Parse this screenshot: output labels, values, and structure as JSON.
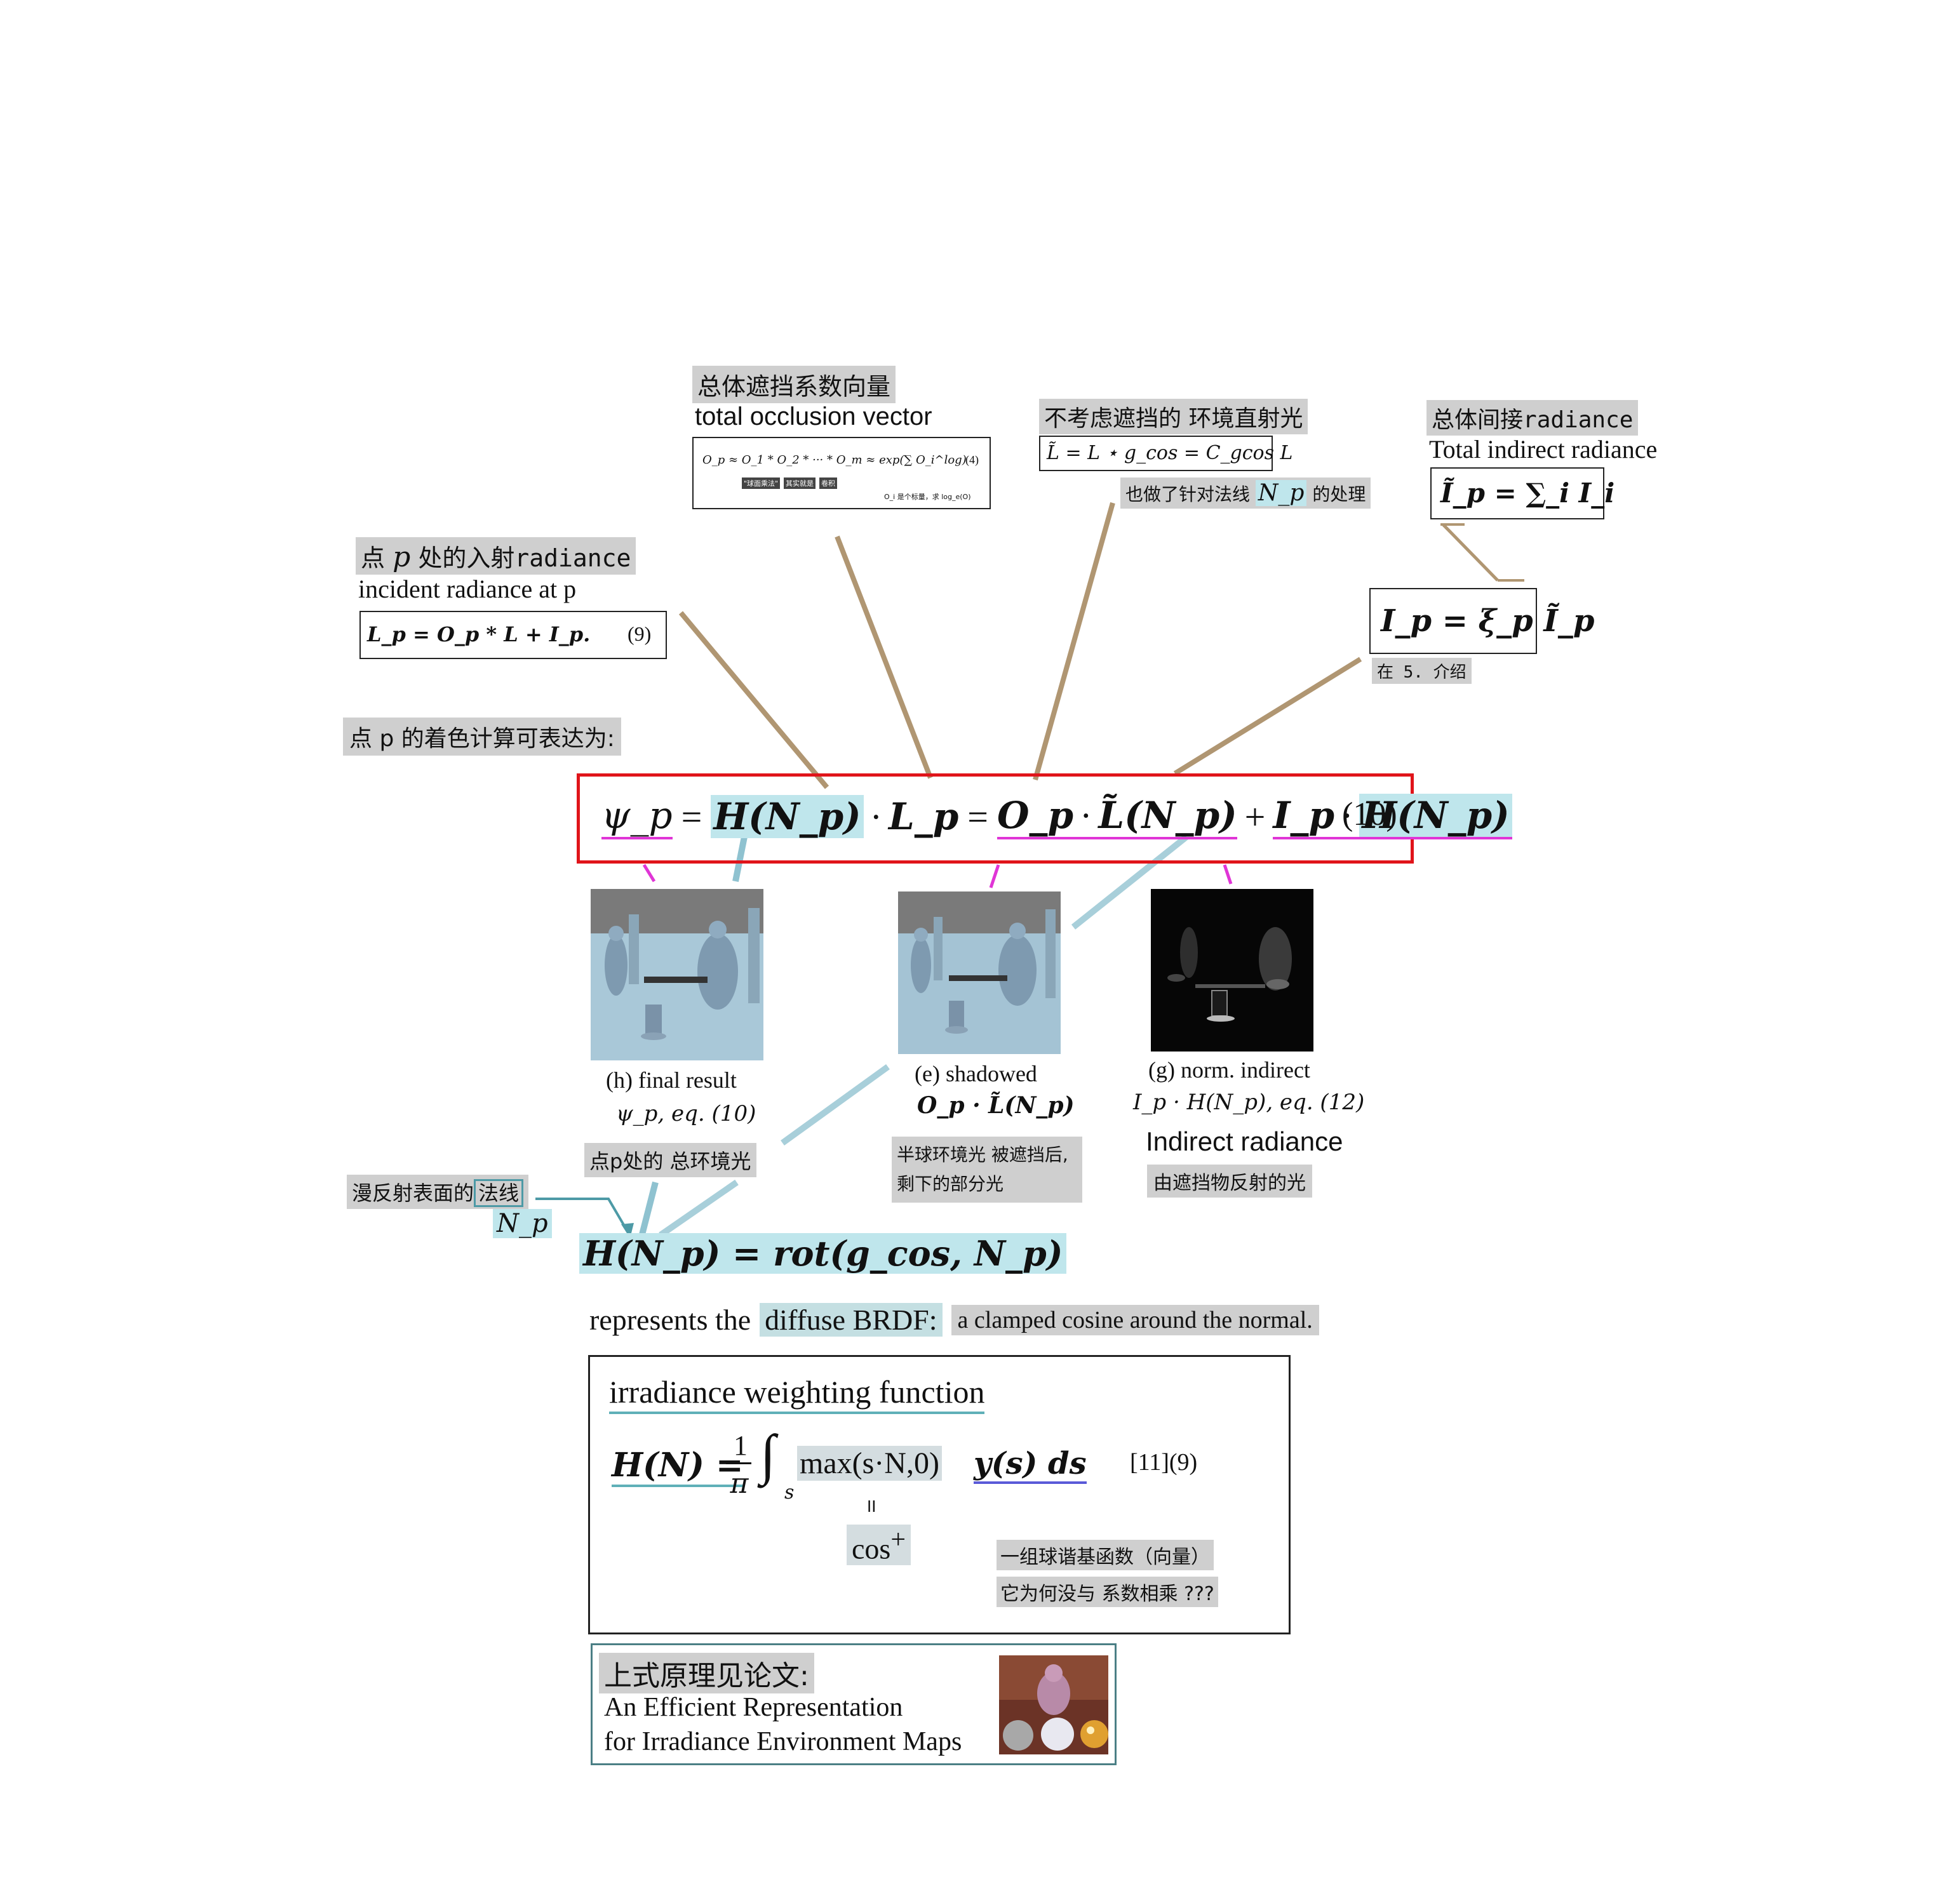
{
  "occlusion": {
    "cn": "总体遮挡系数向量",
    "en": "total occlusion vector",
    "eq": "O_p ≈ O_1 * O_2 * ··· * O_m ≈ exp(∑ O_i^log)",
    "eq_num": "(4)",
    "note1": "\"球面乘法\"",
    "note2": "其实就是",
    "note3": "卷积",
    "note4": "O_i 是个标量，求 log_e(O)"
  },
  "unoccluded": {
    "cn": "不考虑遮挡的 环境直射光",
    "eq": "L̃ = L ⋆ g_cos = C_gcos L",
    "note_pre": "也做了针对法线",
    "note_sym": "N_p",
    "note_post": "的处理"
  },
  "total_indirect": {
    "cn_pre": "总体间接",
    "cn_mono": "radiance",
    "en": "Total indirect radiance",
    "eq": "Ĩ_p = ∑_i I_i"
  },
  "indirect_scaled": {
    "eq": "I_p = ξ_p Ĩ_p",
    "note": "在 5. 介绍"
  },
  "incident": {
    "cn_pre": "点",
    "cn_sym": "p",
    "cn_mid": "处的入射",
    "cn_mono": "radiance",
    "en": "incident radiance at p",
    "eq": "L_p = O_p * L + I_p.",
    "eq_num": "(9)"
  },
  "shading_label": "点 p 的着色计算可表达为:",
  "main_eq": {
    "psi": "ψ_p",
    "H1": "H(N_p)",
    "Lp": "L_p",
    "Op": "O_p",
    "Lt": "L̃(N_p)",
    "Ip": "I_p",
    "H2": "H(N_p)",
    "num": "(10)"
  },
  "panels": [
    {
      "cap1": "(h) final result",
      "cap2": "ψ_p, eq. (10)",
      "cn": "点p处的 总环境光"
    },
    {
      "cap1": "(e) shadowed",
      "cap2": "O_p · L̃(N_p)",
      "cn1": "半球环境光 被遮挡后,",
      "cn2": "剩下的部分光"
    },
    {
      "cap1": "(g) norm. indirect",
      "cap2": "I_p · H(N_p), eq. (12)",
      "en": "Indirect radiance",
      "cn": "由遮挡物反射的光"
    }
  ],
  "normal": {
    "cn_pre": "漫反射表面的",
    "cn_box": "法线",
    "sym": "N_p"
  },
  "rot_eq": "H(N_p) = rot(g_cos, N_p)",
  "brdf": {
    "pre": "represents the",
    "hl": "diffuse BRDF:",
    "post": "a clamped cosine around the normal."
  },
  "weighting": {
    "title": "irradiance weighting function",
    "lhs": "H(N) =",
    "frac_num": "1",
    "frac_den": "π",
    "integral": "∫",
    "sub": "s",
    "max": "max(s·N,0)",
    "y": "y(s) ds",
    "ref": "[11](9)",
    "eqsign": "II",
    "cos": "cos",
    "plus": "+",
    "note1": "一组球谐基函数（向量）",
    "note2": "它为何没与 系数相乘 ???"
  },
  "paper": {
    "cn": "上式原理见论文:",
    "line1": "An Efficient Representation",
    "line2": "for Irradiance Environment Maps"
  }
}
